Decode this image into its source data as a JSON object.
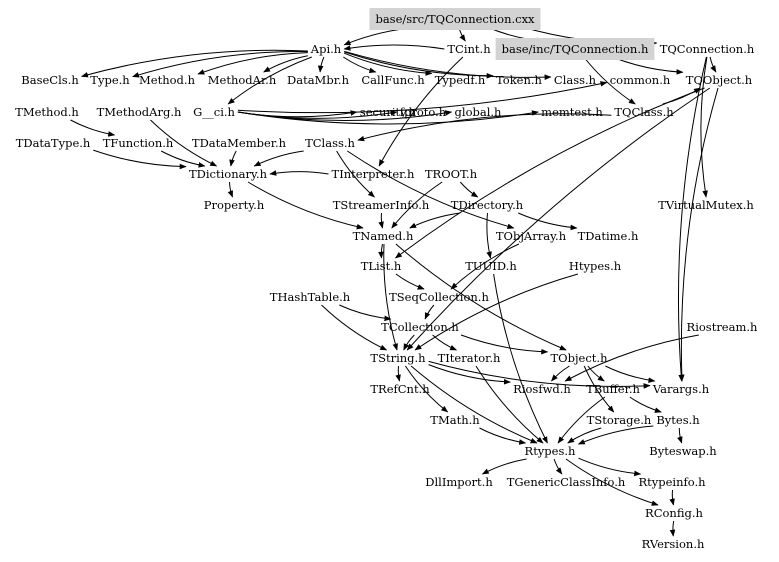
{
  "diagram": {
    "title": "Include dependency graph for base/src/TQConnection.cxx",
    "highlight_color": "#d3d3d3",
    "nodes": [
      {
        "id": "src",
        "label": "base/src/TQConnection.cxx",
        "highlighted": true
      },
      {
        "id": "api",
        "label": "Api.h"
      },
      {
        "id": "tcint",
        "label": "TCint.h"
      },
      {
        "id": "inc",
        "label": "base/inc/TQConnection.h",
        "highlighted": true
      },
      {
        "id": "tqconn",
        "label": "TQConnection.h"
      },
      {
        "id": "basecls",
        "label": "BaseCls.h"
      },
      {
        "id": "type",
        "label": "Type.h"
      },
      {
        "id": "method",
        "label": "Method.h"
      },
      {
        "id": "methodar",
        "label": "MethodAr.h"
      },
      {
        "id": "datambr",
        "label": "DataMbr.h"
      },
      {
        "id": "callfunc",
        "label": "CallFunc.h"
      },
      {
        "id": "typedf",
        "label": "Typedf.h"
      },
      {
        "id": "token",
        "label": "Token.h"
      },
      {
        "id": "class",
        "label": "Class.h"
      },
      {
        "id": "common",
        "label": "common.h"
      },
      {
        "id": "tqobject",
        "label": "TQObject.h"
      },
      {
        "id": "tmethod",
        "label": "TMethod.h"
      },
      {
        "id": "tmethodarg",
        "label": "TMethodArg.h"
      },
      {
        "id": "gci",
        "label": "G__ci.h"
      },
      {
        "id": "security",
        "label": "security.h"
      },
      {
        "id": "fproto",
        "label": "fproto.h"
      },
      {
        "id": "global",
        "label": "global.h"
      },
      {
        "id": "memtest",
        "label": "memtest.h"
      },
      {
        "id": "tqclass",
        "label": "TQClass.h"
      },
      {
        "id": "tdatatype",
        "label": "TDataType.h"
      },
      {
        "id": "tfunction",
        "label": "TFunction.h"
      },
      {
        "id": "tdatamember",
        "label": "TDataMember.h"
      },
      {
        "id": "tclass",
        "label": "TClass.h"
      },
      {
        "id": "tdictionary",
        "label": "TDictionary.h"
      },
      {
        "id": "tinterpreter",
        "label": "TInterpreter.h"
      },
      {
        "id": "troot",
        "label": "TROOT.h"
      },
      {
        "id": "property",
        "label": "Property.h"
      },
      {
        "id": "tstreamerinfo",
        "label": "TStreamerInfo.h"
      },
      {
        "id": "tdirectory",
        "label": "TDirectory.h"
      },
      {
        "id": "tvirtualmutex",
        "label": "TVirtualMutex.h"
      },
      {
        "id": "tnamed",
        "label": "TNamed.h"
      },
      {
        "id": "tobjarray",
        "label": "TObjArray.h"
      },
      {
        "id": "tdatime",
        "label": "TDatime.h"
      },
      {
        "id": "tlist",
        "label": "TList.h"
      },
      {
        "id": "tuuid",
        "label": "TUUID.h"
      },
      {
        "id": "htypes",
        "label": "Htypes.h"
      },
      {
        "id": "thashtable",
        "label": "THashTable.h"
      },
      {
        "id": "tseqcollection",
        "label": "TSeqCollection.h"
      },
      {
        "id": "tcollection",
        "label": "TCollection.h"
      },
      {
        "id": "riostream",
        "label": "Riostream.h"
      },
      {
        "id": "tstring",
        "label": "TString.h"
      },
      {
        "id": "titerator",
        "label": "TIterator.h"
      },
      {
        "id": "tobject",
        "label": "TObject.h"
      },
      {
        "id": "trefcnt",
        "label": "TRefCnt.h"
      },
      {
        "id": "riosfwd",
        "label": "Riosfwd.h"
      },
      {
        "id": "tbuffer",
        "label": "TBuffer.h"
      },
      {
        "id": "varargs",
        "label": "Varargs.h"
      },
      {
        "id": "tmath",
        "label": "TMath.h"
      },
      {
        "id": "tstorage",
        "label": "TStorage.h"
      },
      {
        "id": "bytes",
        "label": "Bytes.h"
      },
      {
        "id": "rtypes",
        "label": "Rtypes.h"
      },
      {
        "id": "byteswap",
        "label": "Byteswap.h"
      },
      {
        "id": "dllimport",
        "label": "DllImport.h"
      },
      {
        "id": "tgenericclassinfo",
        "label": "TGenericClassInfo.h"
      },
      {
        "id": "rtypeinfo",
        "label": "Rtypeinfo.h"
      },
      {
        "id": "rconfig",
        "label": "RConfig.h"
      },
      {
        "id": "rversion",
        "label": "RVersion.h"
      }
    ],
    "edges": [
      [
        "src",
        "api"
      ],
      [
        "src",
        "tcint"
      ],
      [
        "src",
        "inc"
      ],
      [
        "src",
        "tqconn"
      ],
      [
        "api",
        "basecls"
      ],
      [
        "api",
        "type"
      ],
      [
        "api",
        "method"
      ],
      [
        "api",
        "methodar"
      ],
      [
        "api",
        "datambr"
      ],
      [
        "api",
        "callfunc"
      ],
      [
        "api",
        "typedf"
      ],
      [
        "api",
        "token"
      ],
      [
        "api",
        "class"
      ],
      [
        "api",
        "gci"
      ],
      [
        "tcint",
        "api"
      ],
      [
        "tcint",
        "tinterpreter"
      ],
      [
        "inc",
        "tqobject"
      ],
      [
        "inc",
        "tqclass"
      ],
      [
        "tqconn",
        "tqobject"
      ],
      [
        "tqconn",
        "tvirtualmutex"
      ],
      [
        "tqconn",
        "varargs"
      ],
      [
        "gci",
        "security"
      ],
      [
        "gci",
        "fproto"
      ],
      [
        "gci",
        "global"
      ],
      [
        "gci",
        "memtest"
      ],
      [
        "gci",
        "common"
      ],
      [
        "tqobject",
        "tlist"
      ],
      [
        "tqobject",
        "tstring"
      ],
      [
        "tqobject",
        "varargs"
      ],
      [
        "tqclass",
        "tclass"
      ],
      [
        "tqclass",
        "tqobject"
      ],
      [
        "tmethod",
        "tfunction"
      ],
      [
        "tmethodarg",
        "tdictionary"
      ],
      [
        "tdatatype",
        "tdictionary"
      ],
      [
        "tfunction",
        "tdictionary"
      ],
      [
        "tdatamember",
        "tdictionary"
      ],
      [
        "tclass",
        "tdictionary"
      ],
      [
        "tclass",
        "tobjarray"
      ],
      [
        "tclass",
        "tstreamerinfo"
      ],
      [
        "tdictionary",
        "property"
      ],
      [
        "tdictionary",
        "tnamed"
      ],
      [
        "tinterpreter",
        "tdictionary"
      ],
      [
        "troot",
        "tdirectory"
      ],
      [
        "troot",
        "tnamed"
      ],
      [
        "tstreamerinfo",
        "tnamed"
      ],
      [
        "tdirectory",
        "tnamed"
      ],
      [
        "tdirectory",
        "tdatime"
      ],
      [
        "tdirectory",
        "tuuid"
      ],
      [
        "tnamed",
        "tlist"
      ],
      [
        "tnamed",
        "tobject"
      ],
      [
        "tnamed",
        "tstring"
      ],
      [
        "tobjarray",
        "tseqcollection"
      ],
      [
        "tlist",
        "tseqcollection"
      ],
      [
        "tuuid",
        "rtypes"
      ],
      [
        "thashtable",
        "tcollection"
      ],
      [
        "thashtable",
        "tstring"
      ],
      [
        "tseqcollection",
        "tcollection"
      ],
      [
        "tcollection",
        "tobject"
      ],
      [
        "tcollection",
        "tstring"
      ],
      [
        "tcollection",
        "titerator"
      ],
      [
        "htypes",
        "tstring"
      ],
      [
        "riostream",
        "riosfwd"
      ],
      [
        "tstring",
        "trefcnt"
      ],
      [
        "tstring",
        "tmath"
      ],
      [
        "tstring",
        "rtypes"
      ],
      [
        "tstring",
        "riosfwd"
      ],
      [
        "tstring",
        "varargs"
      ],
      [
        "titerator",
        "rtypes"
      ],
      [
        "tobject",
        "tstorage"
      ],
      [
        "tobject",
        "riosfwd"
      ],
      [
        "tobject",
        "varargs"
      ],
      [
        "tobject",
        "tbuffer"
      ],
      [
        "tbuffer",
        "bytes"
      ],
      [
        "tbuffer",
        "rtypes"
      ],
      [
        "tmath",
        "rtypes"
      ],
      [
        "tstorage",
        "rtypes"
      ],
      [
        "bytes",
        "byteswap"
      ],
      [
        "bytes",
        "rtypes"
      ],
      [
        "rtypes",
        "dllimport"
      ],
      [
        "rtypes",
        "tgenericclassinfo"
      ],
      [
        "rtypes",
        "rtypeinfo"
      ],
      [
        "rtypes",
        "rconfig"
      ],
      [
        "rtypeinfo",
        "rconfig"
      ],
      [
        "rconfig",
        "rversion"
      ]
    ]
  }
}
